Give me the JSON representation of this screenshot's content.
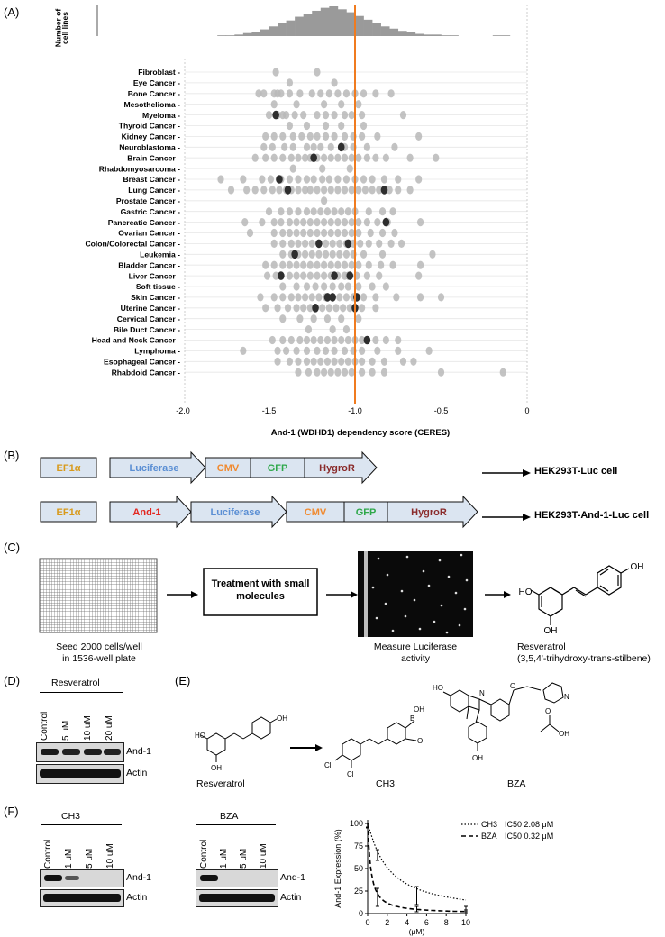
{
  "panels": {
    "A": "(A)",
    "B": "(B)",
    "C": "(C)",
    "D": "(D)",
    "E": "(E)",
    "F": "(F)"
  },
  "panel_a": {
    "hist_ylabel_1": "Number of",
    "hist_ylabel_2": "cell lines",
    "xlabel": "And-1 (WDHD1) dependency score (CERES)",
    "cutoff_line_color": "#f07b1f"
  },
  "chart_data": [
    {
      "type": "histogram",
      "bins_x": [
        -2.0,
        -1.9,
        -1.8,
        -1.75,
        -1.7,
        -1.65,
        -1.6,
        -1.55,
        -1.5,
        -1.45,
        -1.4,
        -1.35,
        -1.3,
        -1.25,
        -1.2,
        -1.15,
        -1.1,
        -1.05,
        -1.0,
        -0.95,
        -0.9,
        -0.85,
        -0.8,
        -0.75,
        -0.7,
        -0.65,
        -0.6,
        -0.55,
        -0.5,
        -0.45,
        -0.4,
        -0.3,
        -0.2,
        -0.1
      ],
      "counts": [
        0,
        0,
        1,
        1,
        2,
        4,
        6,
        9,
        13,
        17,
        21,
        26,
        30,
        34,
        38,
        40,
        36,
        32,
        27,
        22,
        17,
        13,
        10,
        7,
        5,
        3,
        2,
        2,
        1,
        1,
        0,
        0,
        1,
        0
      ],
      "ylabel": "Number of cell lines"
    },
    {
      "type": "scatter",
      "xlabel": "And-1 (WDHD1) dependency score (CERES)",
      "xlim": [
        -2.0,
        0
      ],
      "xticks": [
        "-2.0",
        "-1.5",
        "-1.0",
        "-0.5",
        "0"
      ],
      "cutoff_x": -1.0,
      "categories": [
        "Fibroblast",
        "Eye Cancer",
        "Bone Cancer",
        "Mesothelioma",
        "Myeloma",
        "Thyroid Cancer",
        "Kidney Cancer",
        "Neuroblastoma",
        "Brain Cancer",
        "Rhabdomyosarcoma",
        "Breast Cancer",
        "Lung Cancer",
        "Prostate Cancer",
        "Gastric Cancer",
        "Pancreatic Cancer",
        "Ovarian Cancer",
        "Colon/Colorectal Cancer",
        "Leukemia",
        "Bladder Cancer",
        "Liver Cancer",
        "Soft tissue",
        "Skin Cancer",
        "Uterine Cancer",
        "Cervical Cancer",
        "Bile Duct Cancer",
        "Head and Neck Cancer",
        "Lymphoma",
        "Esophageal Cancer",
        "Rhabdoid Cancer"
      ],
      "points": [
        {
          "row": 0,
          "x": [
            -1.46,
            -1.22
          ]
        },
        {
          "row": 1,
          "x": [
            -1.38,
            -1.12
          ]
        },
        {
          "row": 2,
          "x": [
            -1.56,
            -1.53,
            -1.47,
            -1.45,
            -1.43,
            -1.38,
            -1.32,
            -1.25,
            -1.2,
            -1.15,
            -1.1,
            -1.05,
            -1.0,
            -0.95,
            -0.88,
            -0.79
          ]
        },
        {
          "row": 3,
          "x": [
            -1.47,
            -1.34,
            -1.18,
            -1.08,
            -0.98
          ]
        },
        {
          "row": 4,
          "x": [
            -1.5,
            -1.45,
            -1.42,
            -1.4,
            -1.35,
            -1.3,
            -1.22,
            -1.17,
            -1.12,
            -1.06,
            -1.02,
            -0.96,
            -0.72
          ]
        },
        {
          "row": 5,
          "x": [
            -1.38,
            -1.28,
            -1.17,
            -1.08,
            -0.95
          ]
        },
        {
          "row": 6,
          "x": [
            -1.52,
            -1.47,
            -1.42,
            -1.36,
            -1.31,
            -1.26,
            -1.22,
            -1.17,
            -1.12,
            -1.06,
            -1.01,
            -0.96,
            -0.87,
            -0.63
          ]
        },
        {
          "row": 7,
          "x": [
            -1.53,
            -1.48,
            -1.41,
            -1.36,
            -1.28,
            -1.24,
            -1.2,
            -1.14,
            -1.08,
            -1.06,
            -1.01,
            -0.93,
            -0.77
          ]
        },
        {
          "row": 8,
          "x": [
            -1.58,
            -1.52,
            -1.47,
            -1.42,
            -1.37,
            -1.33,
            -1.29,
            -1.26,
            -1.22,
            -1.18,
            -1.14,
            -1.1,
            -1.06,
            -1.02,
            -0.98,
            -0.93,
            -0.88,
            -0.82,
            -0.68,
            -0.53
          ]
        },
        {
          "row": 9,
          "x": [
            -1.36,
            -1.19,
            -1.03
          ]
        },
        {
          "row": 10,
          "x": [
            -1.78,
            -1.65,
            -1.54,
            -1.49,
            -1.43,
            -1.38,
            -1.33,
            -1.28,
            -1.24,
            -1.19,
            -1.15,
            -1.1,
            -1.05,
            -1.0,
            -0.95,
            -0.9,
            -0.83,
            -0.75,
            -0.63
          ]
        },
        {
          "row": 11,
          "x": [
            -1.72,
            -1.63,
            -1.58,
            -1.53,
            -1.48,
            -1.44,
            -1.4,
            -1.37,
            -1.33,
            -1.29,
            -1.26,
            -1.22,
            -1.18,
            -1.14,
            -1.1,
            -1.06,
            -1.02,
            -0.98,
            -0.94,
            -0.9,
            -0.86,
            -0.8,
            -0.75,
            -0.68
          ]
        },
        {
          "row": 12,
          "x": [
            -1.18
          ]
        },
        {
          "row": 13,
          "x": [
            -1.5,
            -1.43,
            -1.38,
            -1.33,
            -1.28,
            -1.24,
            -1.2,
            -1.16,
            -1.12,
            -1.08,
            -1.04,
            -1.0,
            -0.92,
            -0.84,
            -0.78
          ]
        },
        {
          "row": 14,
          "x": [
            -1.64,
            -1.54,
            -1.47,
            -1.43,
            -1.38,
            -1.34,
            -1.3,
            -1.26,
            -1.22,
            -1.18,
            -1.14,
            -1.1,
            -1.06,
            -1.02,
            -0.98,
            -0.93,
            -0.87,
            -0.81,
            -0.62
          ]
        },
        {
          "row": 15,
          "x": [
            -1.61,
            -1.47,
            -1.42,
            -1.38,
            -1.34,
            -1.3,
            -1.26,
            -1.22,
            -1.18,
            -1.14,
            -1.1,
            -1.06,
            -1.02,
            -0.98,
            -0.91,
            -0.84,
            -0.77
          ]
        },
        {
          "row": 16,
          "x": [
            -1.47,
            -1.42,
            -1.37,
            -1.33,
            -1.29,
            -1.25,
            -1.21,
            -1.17,
            -1.13,
            -1.09,
            -1.05,
            -1.01,
            -0.97,
            -0.92,
            -0.86,
            -0.79,
            -0.73
          ]
        },
        {
          "row": 17,
          "x": [
            -1.42,
            -1.37,
            -1.33,
            -1.29,
            -1.25,
            -1.21,
            -1.17,
            -1.13,
            -1.09,
            -1.05,
            -1.01,
            -0.95,
            -0.84,
            -0.55
          ]
        },
        {
          "row": 18,
          "x": [
            -1.52,
            -1.47,
            -1.42,
            -1.38,
            -1.34,
            -1.3,
            -1.26,
            -1.22,
            -1.18,
            -1.14,
            -1.1,
            -1.06,
            -1.02,
            -0.98,
            -0.92,
            -0.85,
            -0.78,
            -0.62
          ]
        },
        {
          "row": 19,
          "x": [
            -1.51,
            -1.46,
            -1.43,
            -1.38,
            -1.34,
            -1.3,
            -1.26,
            -1.22,
            -1.18,
            -1.14,
            -1.12,
            -1.1,
            -1.06,
            -1.04,
            -0.99,
            -0.93,
            -0.86,
            -0.63
          ]
        },
        {
          "row": 20,
          "x": [
            -1.42,
            -1.34,
            -1.28,
            -1.23,
            -1.18,
            -1.13,
            -1.08,
            -1.04,
            -0.98,
            -0.9,
            -0.82
          ]
        },
        {
          "row": 21,
          "x": [
            -1.55,
            -1.47,
            -1.42,
            -1.37,
            -1.33,
            -1.29,
            -1.25,
            -1.21,
            -1.17,
            -1.16,
            -1.13,
            -1.09,
            -1.05,
            -1.01,
            -0.99,
            -0.95,
            -0.88,
            -0.76,
            -0.62,
            -0.5
          ]
        },
        {
          "row": 22,
          "x": [
            -1.52,
            -1.45,
            -1.39,
            -1.34,
            -1.3,
            -1.26,
            -1.23,
            -1.19,
            -1.15,
            -1.11,
            -1.07,
            -1.03,
            -1.0,
            -0.96,
            -0.88
          ]
        },
        {
          "row": 23,
          "x": [
            -1.42,
            -1.32,
            -1.24,
            -1.16,
            -1.08,
            -0.98
          ]
        },
        {
          "row": 24,
          "x": [
            -1.27,
            -1.13,
            -1.05
          ]
        },
        {
          "row": 25,
          "x": [
            -1.48,
            -1.42,
            -1.37,
            -1.32,
            -1.28,
            -1.24,
            -1.2,
            -1.16,
            -1.12,
            -1.08,
            -1.04,
            -1.0,
            -0.96,
            -0.93,
            -0.88,
            -0.82,
            -0.75
          ]
        },
        {
          "row": 26,
          "x": [
            -1.65,
            -1.45,
            -1.4,
            -1.34,
            -1.28,
            -1.22,
            -1.17,
            -1.12,
            -1.06,
            -1.01,
            -0.96,
            -0.87,
            -0.75,
            -0.57
          ]
        },
        {
          "row": 27,
          "x": [
            -1.45,
            -1.38,
            -1.33,
            -1.28,
            -1.24,
            -1.2,
            -1.16,
            -1.12,
            -1.08,
            -1.04,
            -1.0,
            -0.96,
            -0.9,
            -0.83,
            -0.72,
            -0.66
          ]
        },
        {
          "row": 28,
          "x": [
            -1.33,
            -1.27,
            -1.22,
            -1.18,
            -1.14,
            -1.1,
            -1.06,
            -1.02,
            -0.96,
            -0.9,
            -0.83,
            -0.5,
            -0.14
          ]
        }
      ],
      "highlighted": [
        {
          "row": 4,
          "x": -1.46
        },
        {
          "row": 7,
          "x": -1.08
        },
        {
          "row": 8,
          "x": -1.24
        },
        {
          "row": 10,
          "x": -1.44
        },
        {
          "row": 11,
          "x": -1.39
        },
        {
          "row": 11,
          "x": -0.83
        },
        {
          "row": 14,
          "x": -0.82
        },
        {
          "row": 16,
          "x": -1.21
        },
        {
          "row": 16,
          "x": -1.04
        },
        {
          "row": 17,
          "x": -1.35
        },
        {
          "row": 19,
          "x": -1.43
        },
        {
          "row": 19,
          "x": -1.12
        },
        {
          "row": 19,
          "x": -1.03
        },
        {
          "row": 21,
          "x": -1.16
        },
        {
          "row": 21,
          "x": -1.13
        },
        {
          "row": 21,
          "x": -0.99
        },
        {
          "row": 22,
          "x": -1.23
        },
        {
          "row": 22,
          "x": -1.0
        },
        {
          "row": 25,
          "x": -0.93
        }
      ]
    },
    {
      "type": "line",
      "ylabel": "And-1 Expression (%)",
      "xlabel": "(μM)",
      "xlim": [
        0,
        10
      ],
      "ylim": [
        0,
        100
      ],
      "xticks": [
        "0",
        "2",
        "4",
        "6",
        "8",
        "10"
      ],
      "yticks": [
        "0",
        "25",
        "50",
        "75",
        "100"
      ],
      "series": [
        {
          "name": "CH3",
          "ic50": "IC50 2.08 μM",
          "style": "dotted",
          "points_x": [
            0,
            1,
            5,
            10
          ],
          "points_y": [
            100,
            65,
            20,
            5
          ],
          "err": [
            5,
            6,
            10,
            3
          ]
        },
        {
          "name": "BZA",
          "ic50": "IC50 0.32 μM",
          "style": "dashed",
          "points_x": [
            0,
            1,
            5,
            10
          ],
          "points_y": [
            100,
            18,
            5,
            2
          ],
          "err": [
            4,
            10,
            3,
            2
          ]
        }
      ]
    }
  ],
  "panel_b": {
    "row1": {
      "boxes": [
        {
          "label": "EF1α",
          "color": "#d89a1c"
        },
        {
          "label": "Luciferase",
          "color": "#5b8fd4"
        },
        {
          "label": "CMV",
          "color": "#f08a30"
        },
        {
          "label": "GFP",
          "color": "#2ea84a"
        },
        {
          "label": "HygroR",
          "color": "#8a2b2b"
        }
      ],
      "result": "HEK293T-Luc cell"
    },
    "row2": {
      "boxes": [
        {
          "label": "EF1α",
          "color": "#d89a1c"
        },
        {
          "label": "And-1",
          "color": "#e3261f"
        },
        {
          "label": "Luciferase",
          "color": "#5b8fd4"
        },
        {
          "label": "CMV",
          "color": "#f08a30"
        },
        {
          "label": "GFP",
          "color": "#2ea84a"
        },
        {
          "label": "HygroR",
          "color": "#8a2b2b"
        }
      ],
      "result": "HEK293T-And-1-Luc cell"
    }
  },
  "panel_c": {
    "step1_line1": "Seed 2000 cells/well",
    "step1_line2": "in 1536-well plate",
    "step2_line1": "Treatment with small",
    "step2_line2": "molecules",
    "step3_line1": "Measure Luciferase",
    "step3_line2": "activity",
    "compound_name": "Resveratrol",
    "compound_iupac": "(3,5,4'-trihydroxy-trans-stilbene)",
    "oh": "OH",
    "ho": "HO"
  },
  "panel_d": {
    "treatment": "Resveratrol",
    "lanes": [
      "Control",
      "5 uM",
      "10 uM",
      "20 uM"
    ],
    "bands": [
      "And-1",
      "Actin"
    ]
  },
  "panel_e": {
    "compounds": [
      "Resveratrol",
      "CH3",
      "BZA"
    ],
    "atoms": {
      "oh": "OH",
      "ho": "HO",
      "b": "B",
      "o": "O",
      "n": "N",
      "cl": "Cl"
    }
  },
  "panel_f": {
    "blot1": {
      "treatment": "CH3",
      "lanes": [
        "Control",
        "1 uM",
        "5 uM",
        "10 uM"
      ],
      "bands": [
        "And-1",
        "Actin"
      ]
    },
    "blot2": {
      "treatment": "BZA",
      "lanes": [
        "Control",
        "1 uM",
        "5 uM",
        "10 uM"
      ],
      "bands": [
        "And-1",
        "Actin"
      ]
    }
  }
}
